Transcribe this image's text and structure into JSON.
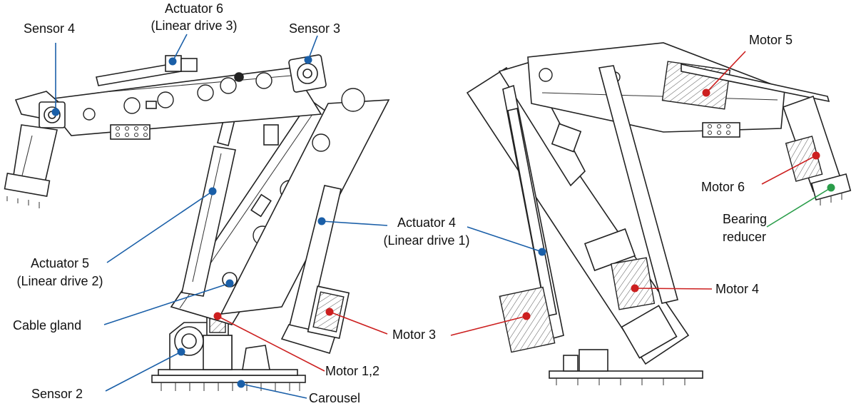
{
  "colors": {
    "sensor_actuator": "#1a5fa8",
    "motor": "#cc1f1f",
    "reducer": "#2a9d4a"
  },
  "labels": {
    "sensor4": "Sensor 4",
    "actuator6_line1": "Actuator 6",
    "actuator6_line2": "(Linear drive 3)",
    "sensor3": "Sensor 3",
    "actuator5_line1": "Actuator 5",
    "actuator5_line2": "(Linear drive 2)",
    "cable_gland": "Cable gland",
    "sensor2": "Sensor 2",
    "motor12": "Motor 1,2",
    "carousel": "Carousel",
    "actuator4_line1": "Actuator 4",
    "actuator4_line2": "(Linear drive 1)",
    "motor3": "Motor 3",
    "motor5": "Motor 5",
    "motor6": "Motor 6",
    "bearing_line1": "Bearing",
    "bearing_line2": "reducer",
    "motor4": "Motor 4"
  }
}
